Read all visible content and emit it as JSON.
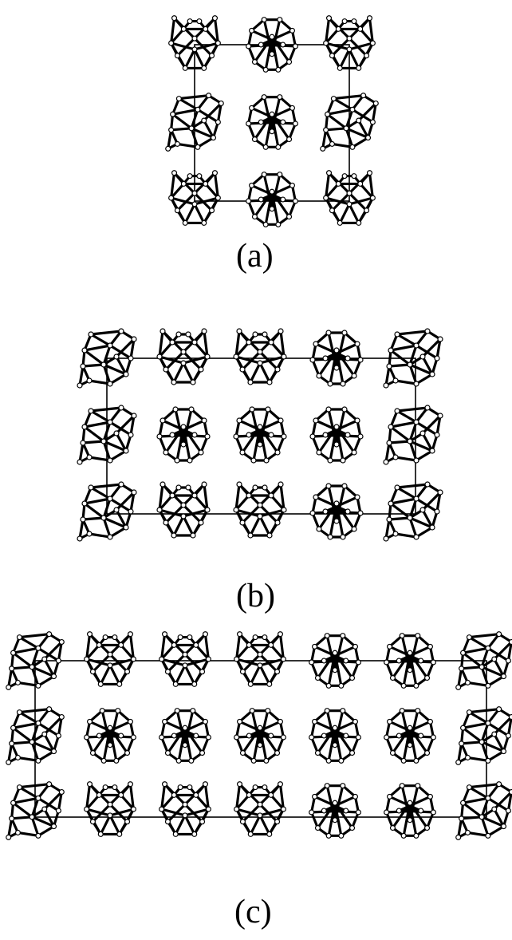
{
  "figure": {
    "panels": [
      {
        "id": "a",
        "label": "(a)",
        "columns": 3,
        "rows": 3
      },
      {
        "id": "b",
        "label": "(b)",
        "columns": 5,
        "rows": 3
      },
      {
        "id": "c",
        "label": "(c)",
        "columns": 7,
        "rows": 3
      }
    ],
    "colors": {
      "stroke": "#000000",
      "background": "#ffffff",
      "atom_fill": "#ffffff"
    }
  }
}
